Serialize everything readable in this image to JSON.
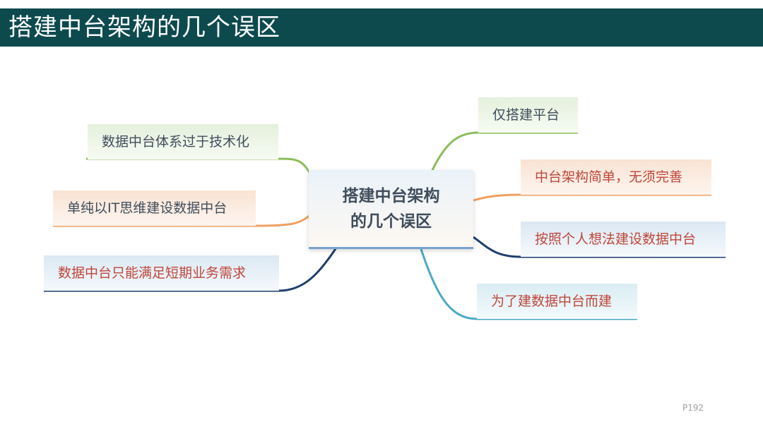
{
  "slide": {
    "title": "搭建中台架构的几个误区",
    "page_number": "P192"
  },
  "mindmap": {
    "center": "搭建中台架构的几个误区",
    "left_nodes": [
      {
        "label": "数据中台体系过于技术化",
        "color": "#8bbd5a"
      },
      {
        "label": "单纯以IT思维建设数据中台",
        "color": "#f0a060"
      },
      {
        "label": "数据中台只能满足短期业务需求",
        "color": "#1f3e6e"
      }
    ],
    "right_nodes": [
      {
        "label": "仅搭建平台",
        "color": "#8bbd5a"
      },
      {
        "label": "中台架构简单，无须完善",
        "color": "#f0a060"
      },
      {
        "label": "按照个人想法建设数据中台",
        "color": "#1f3e6e"
      },
      {
        "label": "为了建数据中台而建",
        "color": "#4aaac6"
      }
    ]
  }
}
